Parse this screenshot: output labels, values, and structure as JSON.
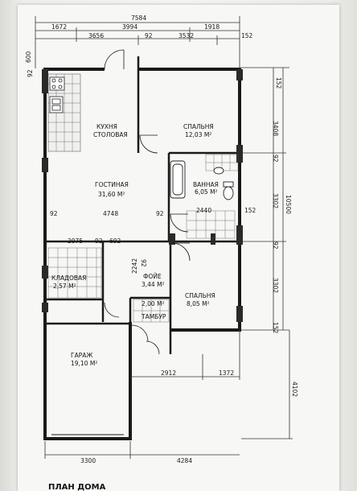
{
  "dimensions": {
    "total_width": "7584",
    "top_row": [
      "1672",
      "3994",
      "1918"
    ],
    "second_row": [
      "3656",
      "92",
      "3532",
      "152"
    ],
    "mid_row": [
      "4748",
      "92",
      "2440",
      "152"
    ],
    "closet_row": [
      "2075",
      "92",
      "692"
    ],
    "garage_bottom": [
      "3300",
      "4284"
    ],
    "porch_row": [
      "2912",
      "1372"
    ],
    "right_column": [
      "152",
      "3408",
      "92",
      "3302",
      "92",
      "3302",
      "152"
    ],
    "total_height": "10500",
    "garage_depth": "4102",
    "left_small": [
      "600",
      "92"
    ],
    "small_vertical": [
      "92",
      "2242"
    ]
  },
  "rooms": {
    "kitchen": {
      "name": "КУХНЯ",
      "sub": "СТОЛОВАЯ"
    },
    "bedroom1": {
      "name": "СПАЛЬНЯ",
      "area": "12,03 M²"
    },
    "living": {
      "name": "ГОСТИНАЯ",
      "area": "31,60 M²"
    },
    "bath": {
      "name": "ВАННАЯ",
      "area": "6,05 M²"
    },
    "storage": {
      "name": "КЛАДОВАЯ",
      "area": "2,57 M²"
    },
    "foyer": {
      "name": "ФОЙЕ",
      "area": "3,44 M²"
    },
    "vestibule": {
      "name": "ТАМБУР",
      "area": "2,00 M²"
    },
    "bedroom2": {
      "name": "СПАЛЬНЯ",
      "area": "8,05 M²"
    },
    "garage": {
      "name": "ГАРАЖ",
      "area": "19,10 M²"
    }
  },
  "footer": {
    "caption": "ПЛАН ДОМА"
  },
  "colors": {
    "wall": "#1a1a1a",
    "dimline": "#333333",
    "paper": "#f7f7f5"
  }
}
